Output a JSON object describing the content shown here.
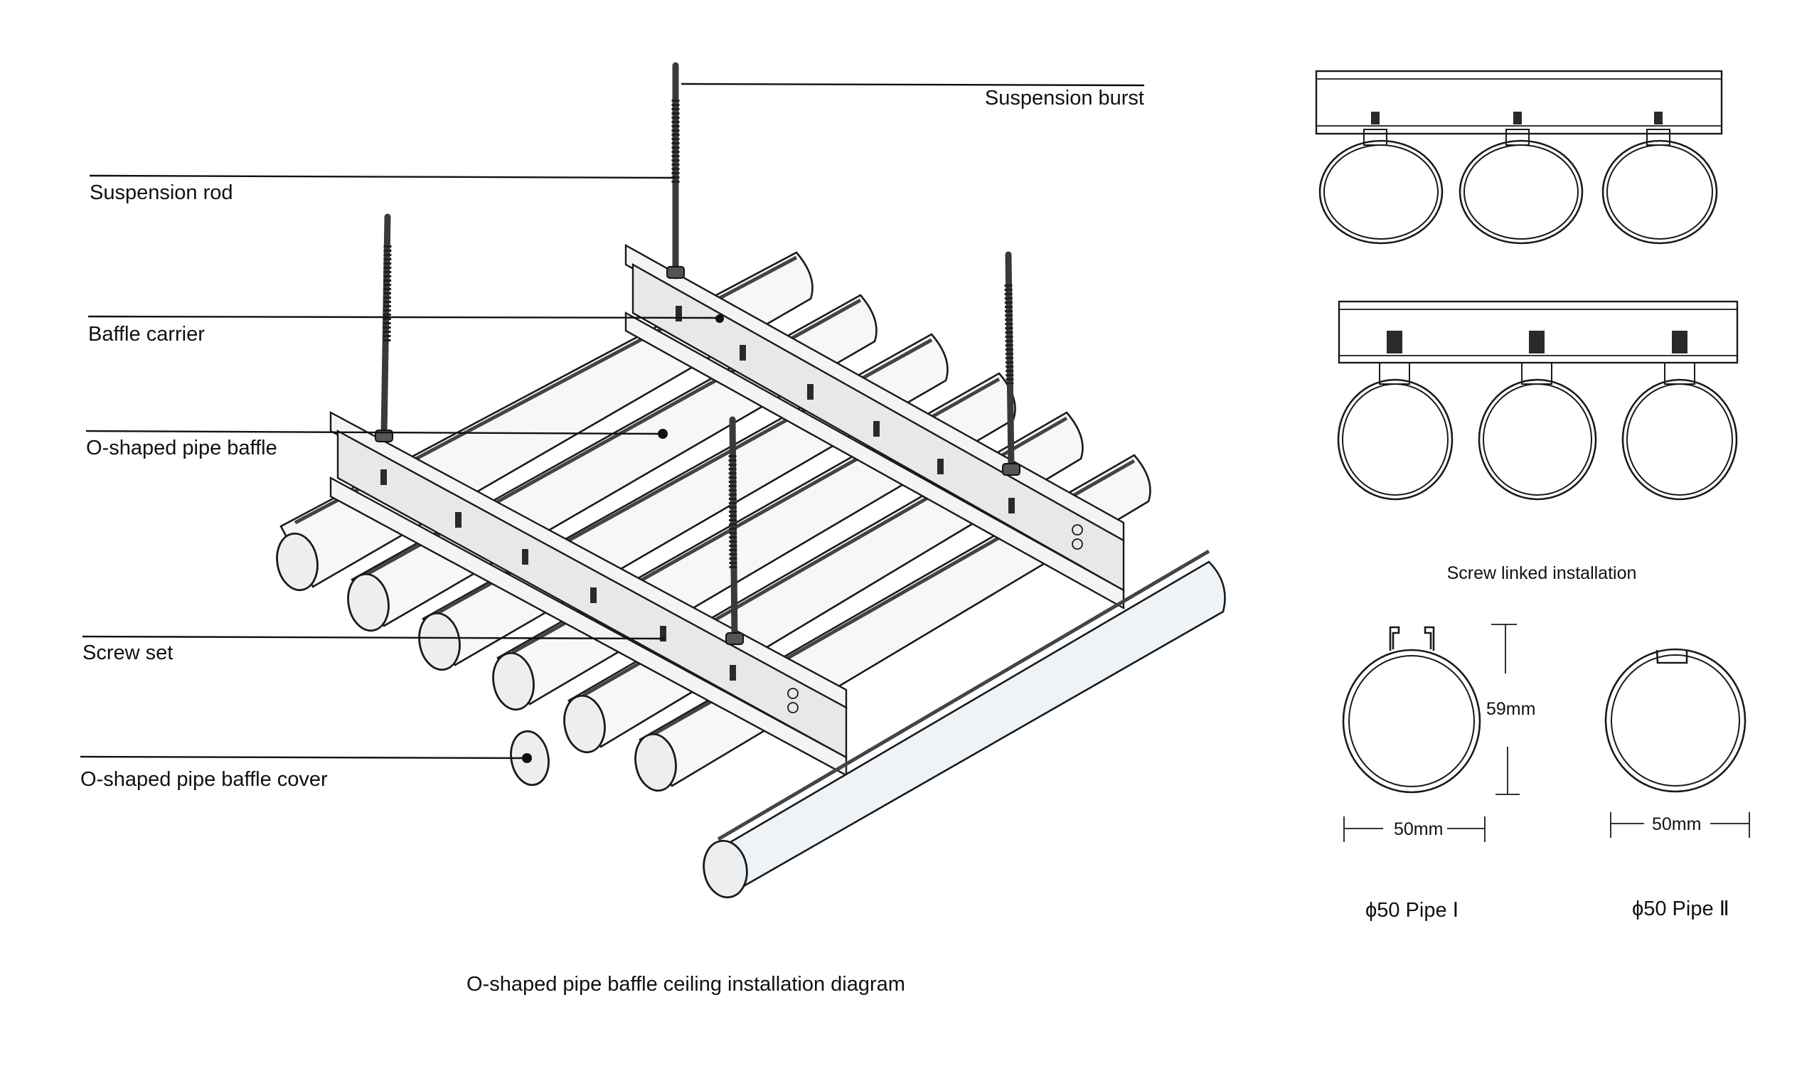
{
  "caption": "O-shaped pipe baffle ceiling installation diagram",
  "callouts": {
    "suspension_burst": "Suspension burst",
    "suspension_rod": "Suspension rod",
    "baffle_carrier": "Baffle carrier",
    "pipe_baffle": "O-shaped pipe baffle",
    "screw_set": "Screw set",
    "pipe_baffle_cover": "O-shaped pipe baffle cover"
  },
  "side_views": {
    "caption": "Screw linked installation",
    "pipe_count_per_view": 3
  },
  "profiles": [
    {
      "name": "ϕ50 Pipe Ⅰ",
      "width_label": "50mm",
      "height_label": "59mm"
    },
    {
      "name": "ϕ50 Pipe Ⅱ",
      "width_label": "50mm"
    }
  ]
}
